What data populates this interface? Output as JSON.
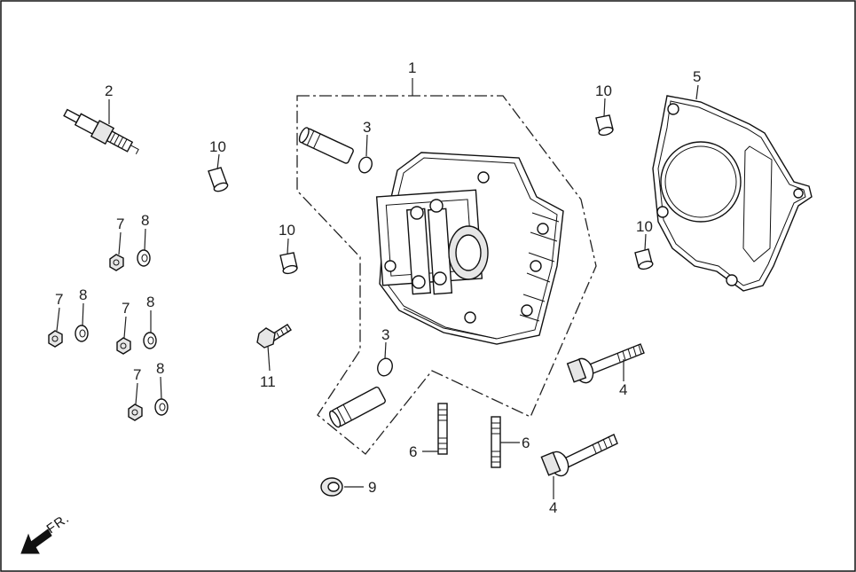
{
  "diagram": {
    "direction_label": "FR.",
    "callouts": [
      {
        "id": "c1",
        "label": "1"
      },
      {
        "id": "c2",
        "label": "2"
      },
      {
        "id": "c3a",
        "label": "3"
      },
      {
        "id": "c3b",
        "label": "3"
      },
      {
        "id": "c4a",
        "label": "4"
      },
      {
        "id": "c4b",
        "label": "4"
      },
      {
        "id": "c5",
        "label": "5"
      },
      {
        "id": "c6a",
        "label": "6"
      },
      {
        "id": "c6b",
        "label": "6"
      },
      {
        "id": "c7a",
        "label": "7"
      },
      {
        "id": "c7b",
        "label": "7"
      },
      {
        "id": "c7c",
        "label": "7"
      },
      {
        "id": "c7d",
        "label": "7"
      },
      {
        "id": "c8a",
        "label": "8"
      },
      {
        "id": "c8b",
        "label": "8"
      },
      {
        "id": "c8c",
        "label": "8"
      },
      {
        "id": "c8d",
        "label": "8"
      },
      {
        "id": "c9",
        "label": "9"
      },
      {
        "id": "c10a",
        "label": "10"
      },
      {
        "id": "c10b",
        "label": "10"
      },
      {
        "id": "c10c",
        "label": "10"
      },
      {
        "id": "c10d",
        "label": "10"
      },
      {
        "id": "c11",
        "label": "11"
      }
    ]
  }
}
